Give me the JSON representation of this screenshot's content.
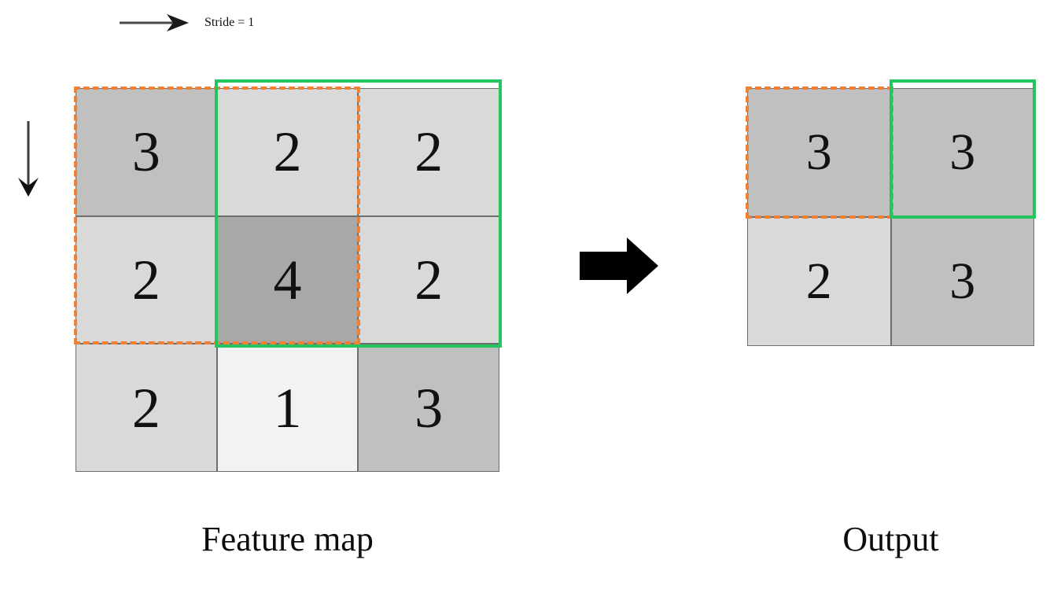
{
  "heading": {
    "stride_text": "Stride = 1",
    "right_arrow_icon": "arrow-right-icon",
    "down_arrow_icon": "arrow-down-icon"
  },
  "colors": {
    "window_dashed": "#ef8136",
    "window_solid": "#22c55e",
    "grid_line": "#6e6e6e",
    "cell_dark": "#a8a8a8",
    "cell_medium": "#c0c0c0",
    "cell_light": "#d9d9d9",
    "cell_lightest": "#f2f2f2",
    "text": "#111111",
    "transition_arrow": "#000000"
  },
  "feature_map": {
    "caption": "Feature map",
    "rows": 3,
    "cols": 3,
    "cells": [
      {
        "value": "3",
        "shade": "#c0c0c0"
      },
      {
        "value": "2",
        "shade": "#d9d9d9"
      },
      {
        "value": "2",
        "shade": "#d9d9d9"
      },
      {
        "value": "2",
        "shade": "#d9d9d9"
      },
      {
        "value": "4",
        "shade": "#a8a8a8"
      },
      {
        "value": "2",
        "shade": "#d9d9d9"
      },
      {
        "value": "2",
        "shade": "#d9d9d9"
      },
      {
        "value": "1",
        "shade": "#f2f2f2"
      },
      {
        "value": "3",
        "shade": "#c0c0c0"
      }
    ]
  },
  "output": {
    "caption": "Output",
    "rows": 2,
    "cols": 2,
    "cells": [
      {
        "value": "3",
        "shade": "#c0c0c0"
      },
      {
        "value": "3",
        "shade": "#c0c0c0"
      },
      {
        "value": "2",
        "shade": "#d9d9d9"
      },
      {
        "value": "3",
        "shade": "#c0c0c0"
      }
    ]
  },
  "windows": {
    "first_window_style": "dashed-orange",
    "second_window_style": "solid-green"
  },
  "transition": {
    "icon": "arrow-right-block-icon"
  }
}
